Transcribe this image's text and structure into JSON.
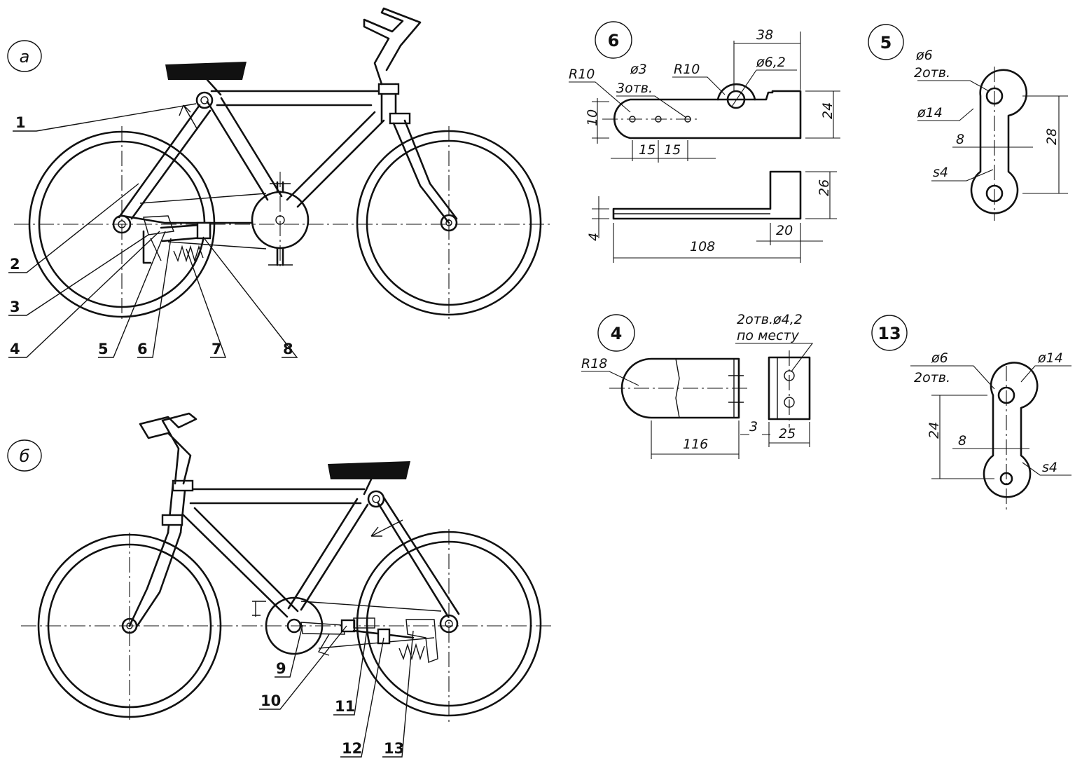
{
  "views": {
    "a": {
      "label": "а"
    },
    "b": {
      "label": "б"
    }
  },
  "callouts": [
    "1",
    "2",
    "3",
    "4",
    "5",
    "6",
    "7",
    "8",
    "9",
    "10",
    "11",
    "12",
    "13"
  ],
  "part6": {
    "id": "6",
    "r10_left": "R10",
    "hole_d": "ø3",
    "hole_count": "3отв.",
    "r10_right": "R10",
    "hole_d2": "ø6,2",
    "dim_38": "38",
    "dim_10": "10",
    "dim_24": "24",
    "dim_15a": "15",
    "dim_15b": "15",
    "dim_26": "26",
    "dim_4": "4",
    "dim_20": "20",
    "dim_108": "108"
  },
  "part5": {
    "id": "5",
    "hole_d": "ø6",
    "hole_count": "2отв.",
    "boss_d": "ø14",
    "width": "8",
    "thickness": "s4",
    "center": "28"
  },
  "part4": {
    "id": "4",
    "radius": "R18",
    "holes": "2отв.ø4,2",
    "holes_note": "по месту",
    "length": "116",
    "gap": "3",
    "width": "25"
  },
  "part13": {
    "id": "13",
    "hole_d": "ø6",
    "hole_count": "2отв.",
    "boss_d": "ø14",
    "center": "24",
    "width": "8",
    "thickness": "s4"
  }
}
